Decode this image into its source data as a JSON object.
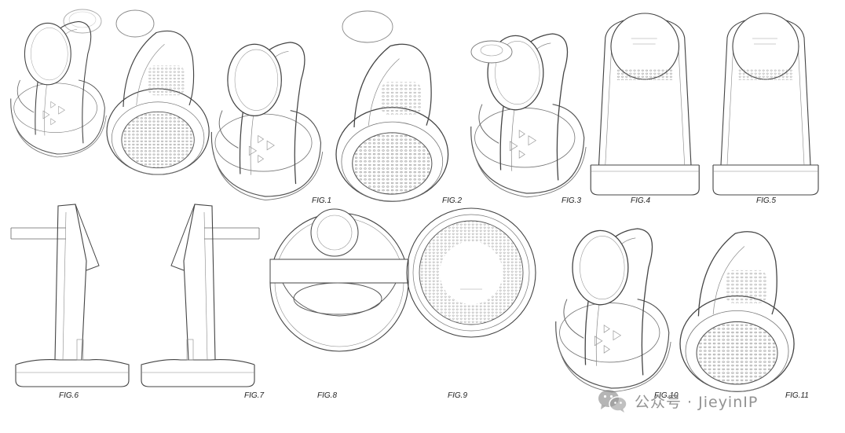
{
  "figures": [
    {
      "label": "FIG.1"
    },
    {
      "label": "FIG.2"
    },
    {
      "label": "FIG.3"
    },
    {
      "label": "FIG.4"
    },
    {
      "label": "FIG.5"
    },
    {
      "label": "FIG.6"
    },
    {
      "label": "FIG.7"
    },
    {
      "label": "FIG.8"
    },
    {
      "label": "FIG.9"
    },
    {
      "label": "FIG.10"
    },
    {
      "label": "FIG.11"
    }
  ],
  "watermark": {
    "icon": "wechat-icon",
    "text": "公众号 · JieyinIP"
  },
  "colors": {
    "line": "#4a4a4a",
    "light_line": "#9a9a9a",
    "background": "#ffffff"
  }
}
